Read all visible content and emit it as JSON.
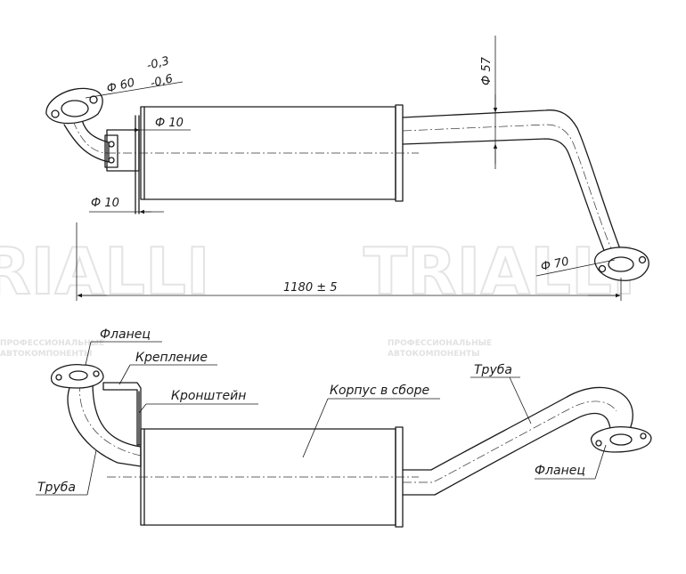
{
  "watermark": {
    "brand": "TRIALLI",
    "tagline_1": "ПРОФЕССИОНАЛЬНЫЕ",
    "tagline_2": "АВТОКОМПОНЕНТЫ"
  },
  "dimensions": {
    "inlet_flange_tolerance_upper": "-0,3",
    "inlet_flange_diameter": "Ф 60",
    "inlet_flange_tolerance_lower": "-0,6",
    "bracket_hole": "Ф 10",
    "bracket_rod": "Ф 10",
    "pipe_diameter": "Ф 57",
    "outlet_flange_diameter": "Ф 70",
    "overall_length": "1180 ± 5"
  },
  "labels": {
    "flange_top": "Фланец",
    "mount": "Крепление",
    "bracket": "Кронштейн",
    "body_assembly": "Корпус в сборе",
    "pipe_right": "Труба",
    "flange_right": "Фланец",
    "pipe_left": "Труба"
  }
}
